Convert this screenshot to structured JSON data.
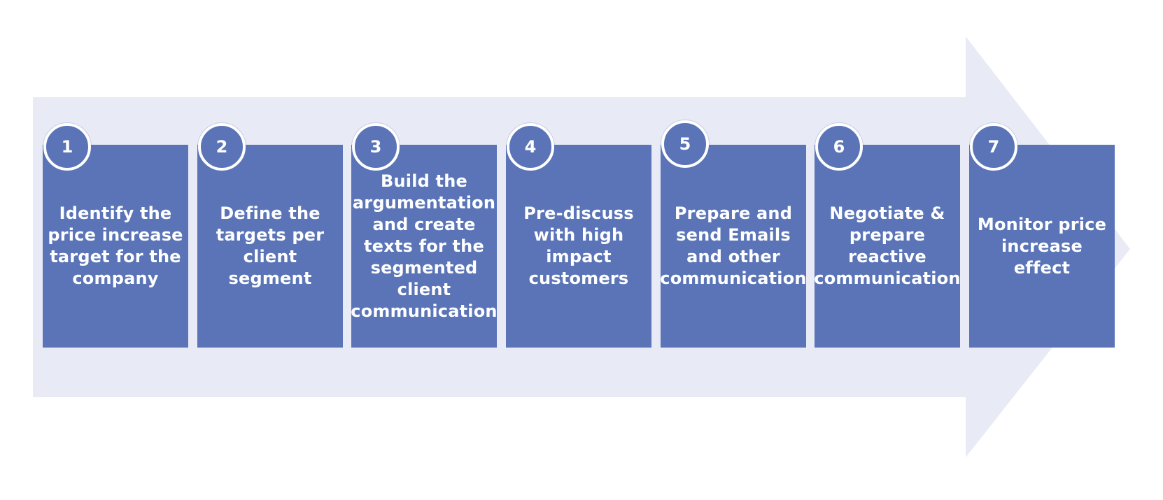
{
  "colors": {
    "arrow_background": "#e8eaf6",
    "box_fill": "#5a74b7",
    "text": "#ffffff",
    "badge_border": "#ffffff"
  },
  "steps": [
    {
      "number": "1",
      "label": "Identify the\nprice increase\ntarget for the\ncompany"
    },
    {
      "number": "2",
      "label": "Define the\ntargets per\nclient segment"
    },
    {
      "number": "3",
      "label": "Build the\nargumentation\nand create\ntexts for the\nsegmented\nclient\ncommunication"
    },
    {
      "number": "4",
      "label": "Pre-discuss\nwith high\nimpact\ncustomers"
    },
    {
      "number": "5",
      "label": "Prepare and\nsend Emails\nand other\ncommunication"
    },
    {
      "number": "6",
      "label": "Negotiate &\nprepare\nreactive\ncommunication"
    },
    {
      "number": "7",
      "label": "Monitor price\nincrease effect"
    }
  ]
}
